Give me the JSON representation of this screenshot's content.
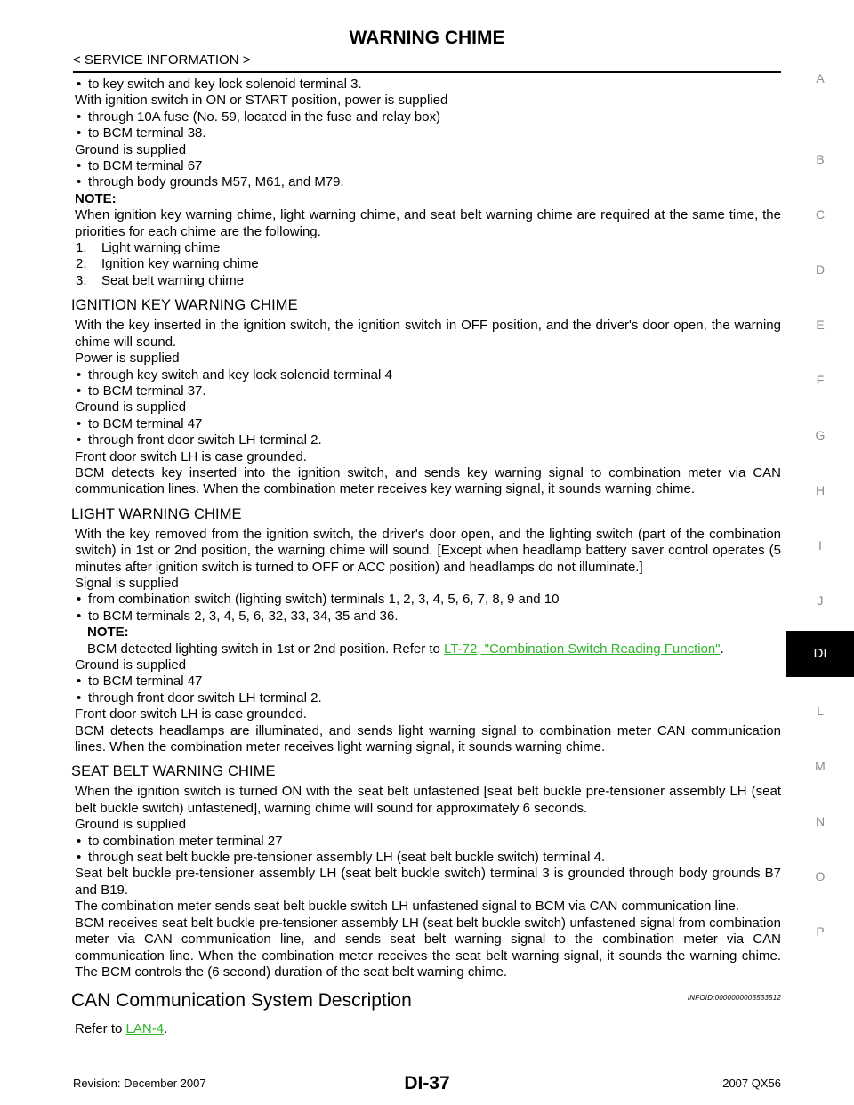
{
  "header": {
    "title": "WARNING CHIME",
    "subtitle": "< SERVICE INFORMATION >"
  },
  "intro": {
    "b1": "to key switch and key lock solenoid terminal 3.",
    "p1": "With ignition switch in ON or START position, power is supplied",
    "b2": "through 10A fuse (No. 59, located in the fuse and relay box)",
    "b3": "to BCM terminal 38.",
    "p2": "Ground is supplied",
    "b4": "to BCM terminal 67",
    "b5": "through body grounds M57, M61, and M79.",
    "note": "NOTE:",
    "p3": "When ignition key warning chime, light warning chime, and seat belt warning chime are required at the same time, the priorities for each chime are the following.",
    "list": [
      {
        "n": "1.",
        "t": "Light warning chime"
      },
      {
        "n": "2.",
        "t": "Ignition key warning chime"
      },
      {
        "n": "3.",
        "t": "Seat belt warning chime"
      }
    ]
  },
  "ignition": {
    "heading": "IGNITION KEY WARNING CHIME",
    "p1": "With the key inserted in the ignition switch, the ignition switch in OFF position, and the driver's door open, the warning chime will sound.",
    "p2": "Power is supplied",
    "b1": "through key switch and key lock solenoid terminal 4",
    "b2": "to BCM terminal 37.",
    "p3": "Ground is supplied",
    "b3": "to BCM terminal 47",
    "b4": "through front door switch LH terminal 2.",
    "p4": "Front door switch LH is case grounded.",
    "p5": "BCM detects key inserted into the ignition switch, and sends key warning signal to combination meter via CAN communication lines. When the combination meter receives key warning signal, it sounds warning chime."
  },
  "light": {
    "heading": "LIGHT WARNING CHIME",
    "p1": "With the key removed from the ignition switch, the driver's door open, and the lighting switch (part of the combination switch) in 1st or 2nd position, the warning chime will sound. [Except when headlamp battery saver control operates (5 minutes after ignition switch is turned to OFF or ACC position) and headlamps do not illuminate.]",
    "p2": "Signal is supplied",
    "b1": "from combination switch (lighting switch) terminals 1, 2, 3, 4, 5, 6, 7, 8, 9 and 10",
    "b2": "to BCM terminals 2, 3, 4, 5, 6, 32, 33, 34, 35 and 36.",
    "note": "NOTE:",
    "note_text": "BCM detected lighting switch in 1st or 2nd position. Refer to ",
    "note_link": "LT-72, \"Combination Switch Reading Function\"",
    "note_end": ".",
    "p3": "Ground is supplied",
    "b3": "to BCM terminal 47",
    "b4": "through front door switch LH terminal 2.",
    "p4": "Front door switch LH is case grounded.",
    "p5": "BCM detects headlamps are illuminated, and sends light warning signal to combination meter CAN communication lines. When the combination meter receives light warning signal, it sounds warning chime."
  },
  "seatbelt": {
    "heading": "SEAT BELT WARNING CHIME",
    "p1": "When the ignition switch is turned ON with the seat belt unfastened [seat belt buckle pre-tensioner assembly LH (seat belt buckle switch) unfastened], warning chime will sound for approximately 6 seconds.",
    "p2": "Ground is supplied",
    "b1": "to combination meter terminal 27",
    "b2": "through seat belt buckle pre-tensioner assembly LH (seat belt buckle switch) terminal 4.",
    "p3": "Seat belt buckle pre-tensioner assembly LH (seat belt buckle switch) terminal 3 is grounded through body grounds B7 and B19.",
    "p4": "The combination meter sends seat belt buckle switch LH unfastened signal to BCM via CAN communication line.",
    "p5": "BCM receives seat belt buckle pre-tensioner assembly LH (seat belt buckle switch) unfastened signal from combination meter via CAN communication line, and sends seat belt warning signal to the combination meter via CAN communication line. When the combination meter receives the seat belt warning signal, it sounds the warning chime. The BCM controls the (6 second) duration of the seat belt warning chime."
  },
  "can": {
    "heading": "CAN Communication System Description",
    "infoid": "INFOID:0000000003533512",
    "text": "Refer to ",
    "link": "LAN-4",
    "end": "."
  },
  "sidebar": {
    "letters": [
      "A",
      "B",
      "C",
      "D",
      "E",
      "F",
      "G",
      "H",
      "I",
      "J",
      "L",
      "M",
      "N",
      "O",
      "P"
    ],
    "active": "DI"
  },
  "footer": {
    "revision": "Revision: December 2007",
    "page": "DI-37",
    "model": "2007 QX56"
  },
  "colors": {
    "link": "#2fb32a",
    "sidebar_letter": "#8a8a8a"
  }
}
